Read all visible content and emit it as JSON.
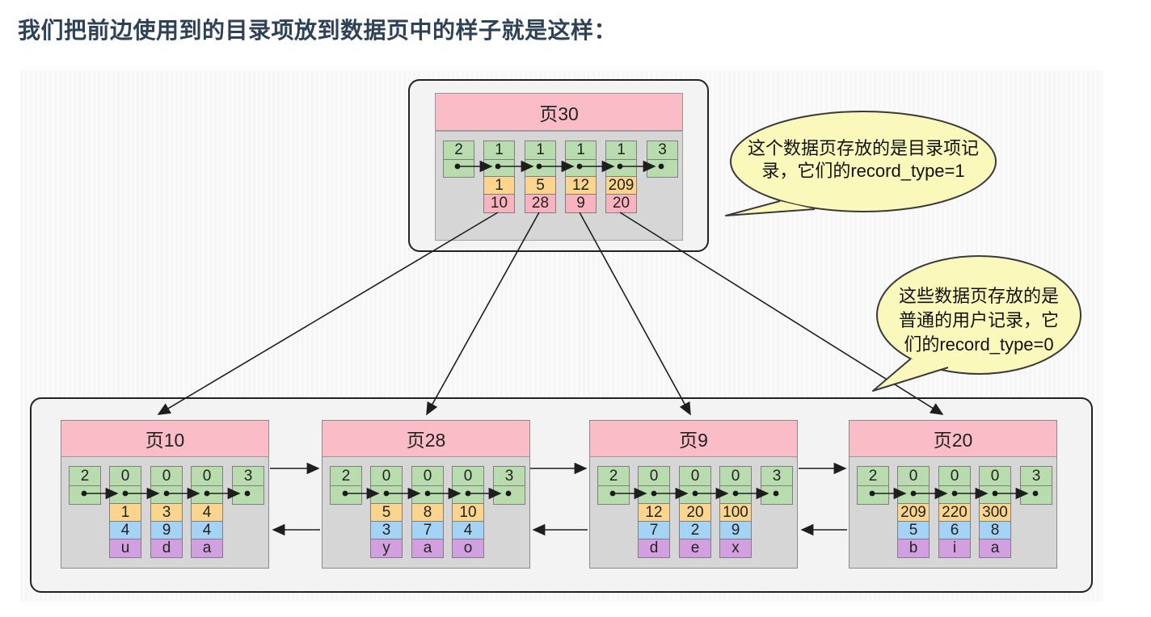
{
  "title": "我们把前边使用到的目录项放到数据页中的样子就是这样：",
  "directory_page": {
    "label": "页30",
    "infimum_type": "2",
    "supremum_type": "3",
    "records": [
      {
        "record_type": "1",
        "key": "1",
        "page_no": "10"
      },
      {
        "record_type": "1",
        "key": "5",
        "page_no": "28"
      },
      {
        "record_type": "1",
        "key": "12",
        "page_no": "9"
      },
      {
        "record_type": "1",
        "key": "209",
        "page_no": "20"
      }
    ]
  },
  "user_pages": [
    {
      "label": "页10",
      "infimum_type": "2",
      "supremum_type": "3",
      "records": [
        {
          "record_type": "0",
          "c1": "1",
          "c2": "4",
          "c3": "u"
        },
        {
          "record_type": "0",
          "c1": "3",
          "c2": "9",
          "c3": "d"
        },
        {
          "record_type": "0",
          "c1": "4",
          "c2": "4",
          "c3": "a"
        }
      ]
    },
    {
      "label": "页28",
      "infimum_type": "2",
      "supremum_type": "3",
      "records": [
        {
          "record_type": "0",
          "c1": "5",
          "c2": "3",
          "c3": "y"
        },
        {
          "record_type": "0",
          "c1": "8",
          "c2": "7",
          "c3": "a"
        },
        {
          "record_type": "0",
          "c1": "10",
          "c2": "4",
          "c3": "o"
        }
      ]
    },
    {
      "label": "页9",
      "infimum_type": "2",
      "supremum_type": "3",
      "records": [
        {
          "record_type": "0",
          "c1": "12",
          "c2": "7",
          "c3": "d"
        },
        {
          "record_type": "0",
          "c1": "20",
          "c2": "2",
          "c3": "e"
        },
        {
          "record_type": "0",
          "c1": "100",
          "c2": "9",
          "c3": "x"
        }
      ]
    },
    {
      "label": "页20",
      "infimum_type": "2",
      "supremum_type": "3",
      "records": [
        {
          "record_type": "0",
          "c1": "209",
          "c2": "5",
          "c3": "b"
        },
        {
          "record_type": "0",
          "c1": "220",
          "c2": "6",
          "c3": "i"
        },
        {
          "record_type": "0",
          "c1": "300",
          "c2": "8",
          "c3": "a"
        }
      ]
    }
  ],
  "callouts": [
    {
      "line1": "这个数据页存放的是目录项记",
      "line2": "录，它们的record_type=1"
    },
    {
      "line1": "这些数据页存放的是",
      "line2": "普通的用户记录，它",
      "line3": "们的record_type=0"
    }
  ],
  "colors": {
    "green": "#b9dcae",
    "orange": "#fbd48d",
    "pink_record": "#f9b3bf",
    "blue": "#a5d3f5",
    "purple": "#d2a0e0",
    "header_pink": "#fabdc7",
    "body_gray": "#d6d6d6",
    "bubble_yellow": "#faf8bb",
    "line": "#222222"
  }
}
